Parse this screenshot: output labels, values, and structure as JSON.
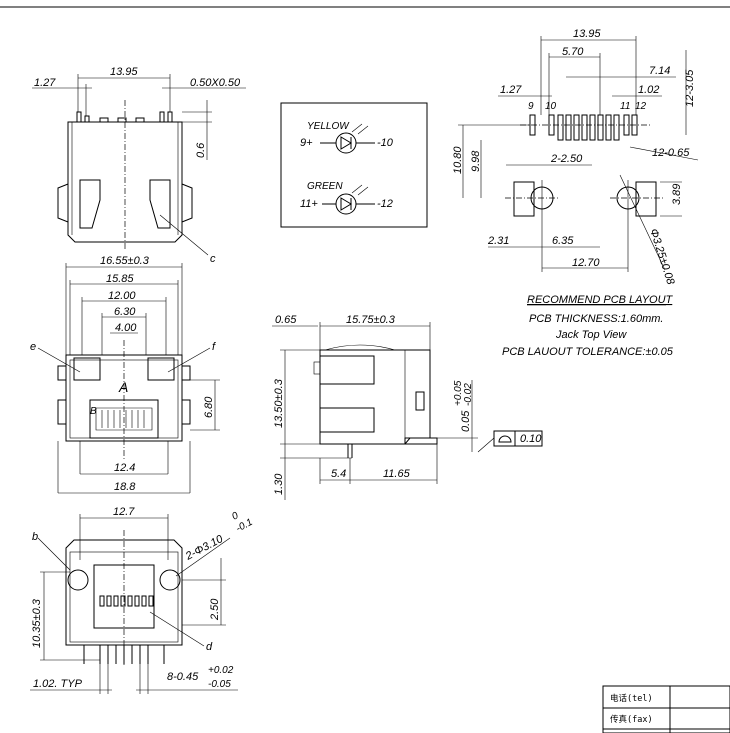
{
  "front_view": {
    "top_width": "13.95",
    "pitch": "1.27",
    "pin_size": "0.50X0.50",
    "height_pin": "0.6",
    "label_c": "c"
  },
  "led_schematic": {
    "yellow_label": "YELLOW",
    "yellow_pos": "9+",
    "yellow_neg": "-10",
    "green_label": "GREEN",
    "green_pos": "11+",
    "green_neg": "-12"
  },
  "pcb_layout": {
    "width_total": "13.95",
    "dim_570": "5.70",
    "dim_714": "7.14",
    "dim_102": "1.02",
    "dim_127": "1.27",
    "dim_1080": "10.80",
    "dim_998": "9.98",
    "hole_2_250": "2-2.50",
    "hole_12_065": "12-0.65",
    "dim_12_305": "12-3.05",
    "dim_231": "2.31",
    "dim_635": "6.35",
    "dim_1270": "12.70",
    "dim_389": "3.89",
    "hole_325": "Φ3.25±0.08",
    "pin9": "9",
    "pin10": "10",
    "pin11": "11",
    "pin12": "12",
    "title": "RECOMMEND PCB LAYOUT",
    "note_thickness": "PCB THICKNESS:1.60mm.",
    "note_view": "Jack Top View",
    "note_tolerance": "PCB LAUOUT TOLERANCE:±0.05"
  },
  "top_view": {
    "w_1655": "16.55±0.3",
    "w_1585": "15.85",
    "w_1200": "12.00",
    "w_630": "6.30",
    "w_400": "4.00",
    "h_680": "6.80",
    "w_124": "12.4",
    "w_188": "18.8",
    "label_e": "e",
    "label_f": "f",
    "label_A": "A",
    "label_B": "B"
  },
  "side_view": {
    "w_065": "0.65",
    "w_1575": "15.75±0.3",
    "h_1350": "13.50±0.3",
    "tol_base": "0.05",
    "tol_plus": "+0.05",
    "tol_minus": "-0.02",
    "flat_label": "0.10",
    "h_130": "1.30",
    "w_54": "5.4",
    "w_1165": "11.65"
  },
  "bottom_view": {
    "w_127": "12.7",
    "h_1035": "10.35±0.3",
    "h_250": "2.50",
    "hole": "2-Φ3.10",
    "hole_tol_plus": "0",
    "hole_tol_minus": "-0.1",
    "pin_pitch": "1.02. TYP",
    "pin_dia": "8-0.45",
    "pin_tol_plus": "+0.02",
    "pin_tol_minus": "-0.05",
    "label_b": "b",
    "label_d": "d"
  },
  "title_block": {
    "tel": "电话(tel)",
    "fax": "传真(fax)"
  }
}
